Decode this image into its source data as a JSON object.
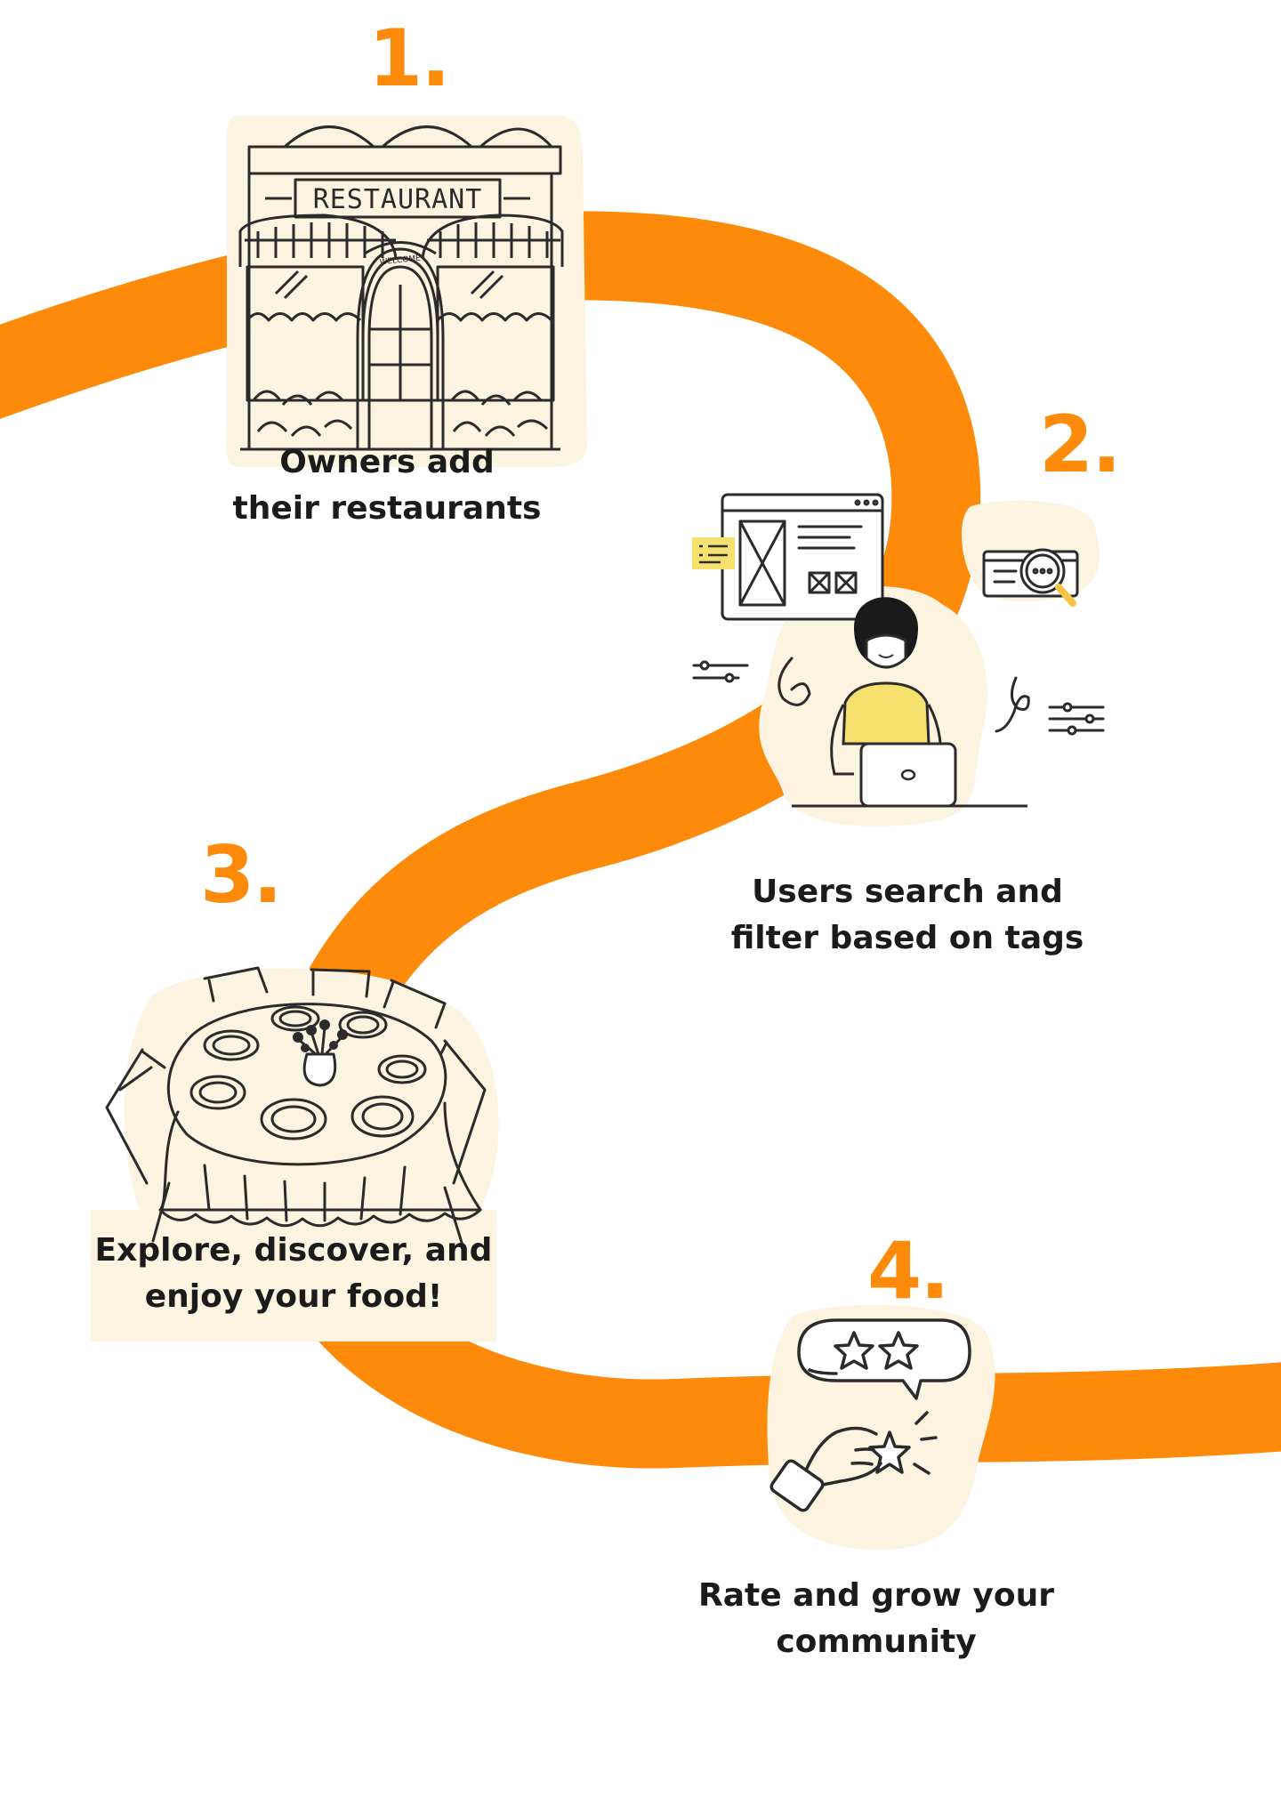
{
  "steps": [
    {
      "number": "1.",
      "caption_lines": [
        "Owners add",
        "their restaurants"
      ],
      "illustration": "restaurant-storefront"
    },
    {
      "number": "2.",
      "caption_lines": [
        "Users search and",
        "filter based on tags"
      ],
      "illustration": "person-searching-laptop"
    },
    {
      "number": "3.",
      "caption_lines": [
        "Explore, discover, and",
        "enjoy your food!"
      ],
      "illustration": "round-dining-table"
    },
    {
      "number": "4.",
      "caption_lines": [
        "Rate and grow your",
        "community"
      ],
      "illustration": "hand-rating-stars"
    }
  ],
  "restaurant_sign": "RESTAURANT",
  "welcome_sign": "WELCOME",
  "colors": {
    "accent": "#fd8a08",
    "highlight": "#fdf3e1",
    "text": "#1b1b1b",
    "ink": "#2b2b2b",
    "shirt": "#f6e16e"
  }
}
